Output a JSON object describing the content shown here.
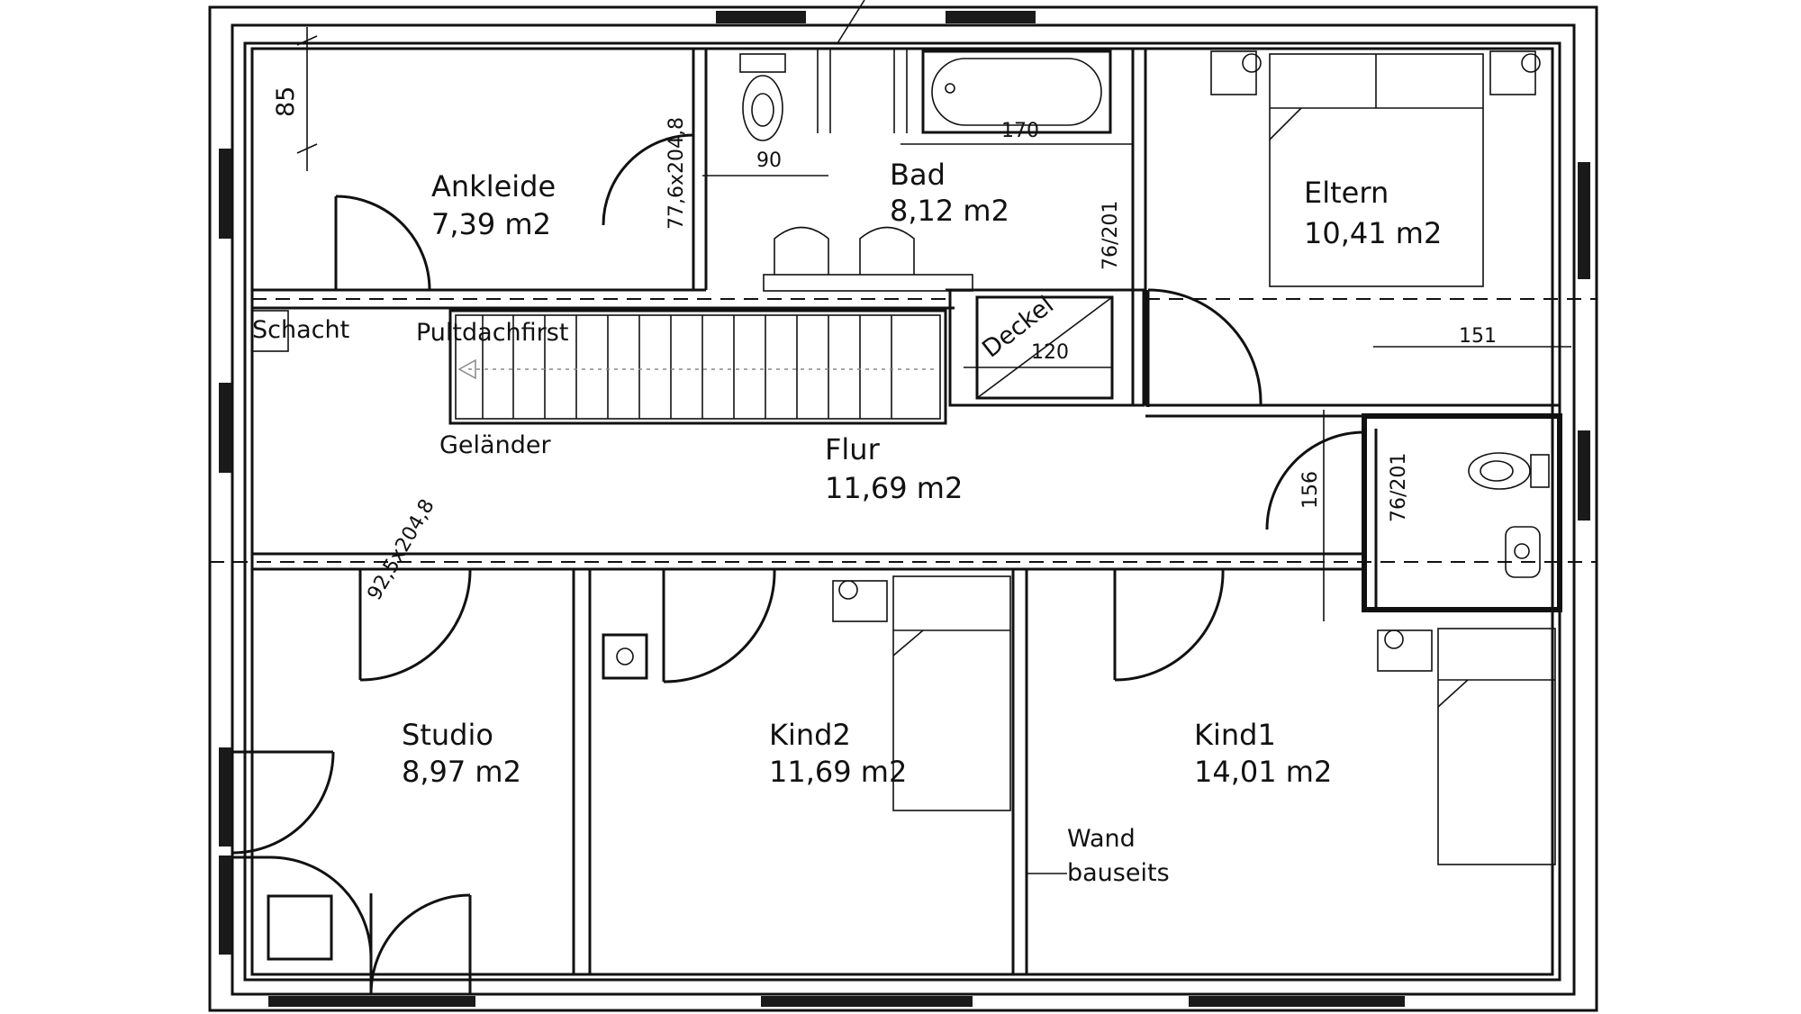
{
  "rooms": {
    "ankleide": {
      "name": "Ankleide",
      "area": "7,39  m2"
    },
    "bad": {
      "name": "Bad",
      "area": "8,12  m2"
    },
    "eltern": {
      "name": "Eltern",
      "area": "10,41  m2"
    },
    "flur": {
      "name": "Flur",
      "area": "11,69  m2"
    },
    "studio": {
      "name": "Studio",
      "area": "8,97  m2"
    },
    "kind2": {
      "name": "Kind2",
      "area": "11,69  m2"
    },
    "kind1": {
      "name": "Kind1",
      "area": "14,01  m2"
    }
  },
  "labels": {
    "schacht": "Schacht",
    "pultdachfirst": "Pultdachfirst",
    "gelaender": "Geländer",
    "deckel": "Deckel",
    "wand_line1": "Wand",
    "wand_line2": "bauseits"
  },
  "dimensions": {
    "d85": "85",
    "door_ankleide": "77,6x204,8",
    "d90": "90",
    "d170": "170",
    "door_bad": "76/201",
    "d120": "120",
    "d151": "151",
    "d156": "156",
    "door_wc": "76/201",
    "door_studio": "92,5x204,8"
  }
}
